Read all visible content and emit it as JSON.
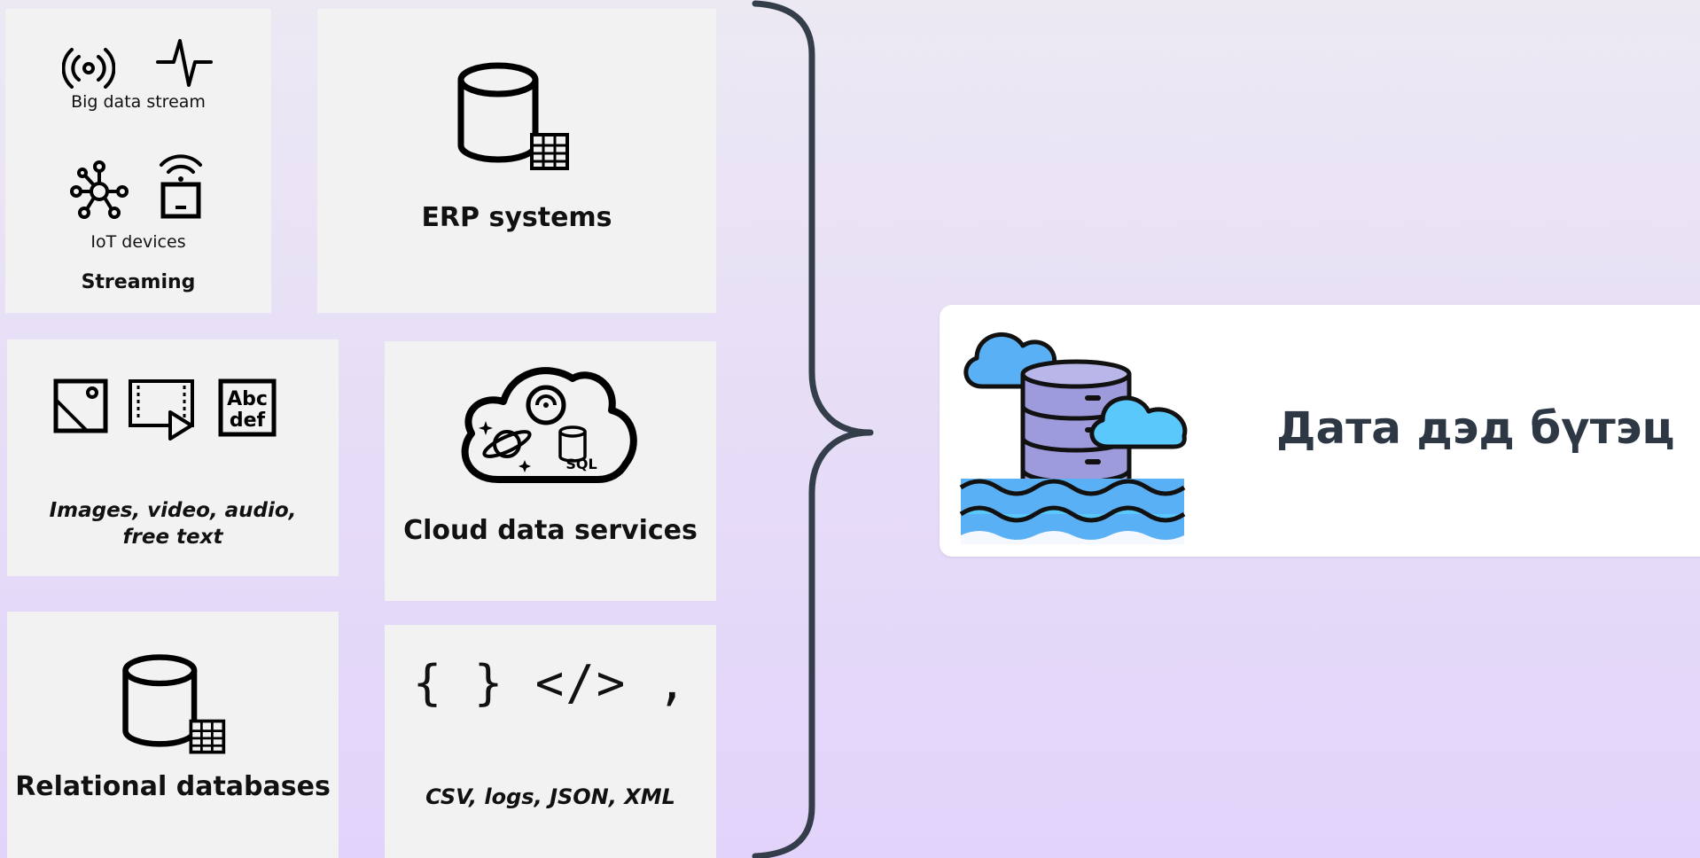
{
  "tiles": {
    "streaming": {
      "big_data_label": "Big data stream",
      "iot_label": "IoT devices",
      "title": "Streaming"
    },
    "erp": {
      "title": "ERP systems"
    },
    "unstructured": {
      "title_line1": "Images, video, audio,",
      "title_line2": "free text",
      "abc_line1": "Abc",
      "abc_line2": "def"
    },
    "cloud": {
      "title": "Cloud data services",
      "sql_label": "SQL"
    },
    "relational": {
      "title": "Relational databases"
    },
    "files": {
      "title": "CSV, logs, JSON, XML",
      "glyphs": "{ } </> ,"
    }
  },
  "result": {
    "title": "Дата дэд бүтэц"
  },
  "colors": {
    "tile_bg": "#f2f2f2",
    "brace": "#343e4a",
    "title_text": "#2e3845",
    "water": "#5ab0f5",
    "cloud": "#5ac8fa",
    "database": "#9e9bdc"
  }
}
